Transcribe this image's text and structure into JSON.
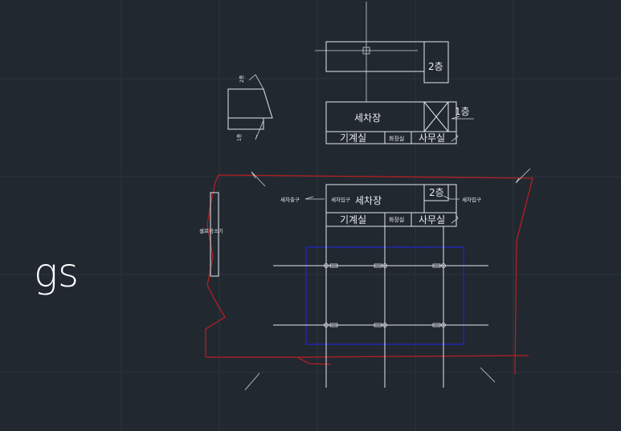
{
  "colors": {
    "background": "#212830",
    "grid": "#2b333d",
    "lines": "#e4e8eb",
    "boundary": "#b32020",
    "parking_box": "#2327b3"
  },
  "watermark": "gs",
  "top_plan": {
    "floor2_label": "2층",
    "floor1_label": "1층",
    "carwash": "세차장",
    "machine_room": "기계실",
    "restroom": "화장실",
    "office": "사무실"
  },
  "side_elevation": {
    "top_label": "2층",
    "bottom_label": "1층"
  },
  "site_plan": {
    "floor2_label": "2층",
    "carwash": "세차장",
    "machine_room": "기계실",
    "restroom": "화장실",
    "office": "사무실",
    "entrance_left": "세차입구",
    "exit": "세차출구",
    "entrance_right": "세차입구",
    "vacuum": "셀프청소기"
  }
}
